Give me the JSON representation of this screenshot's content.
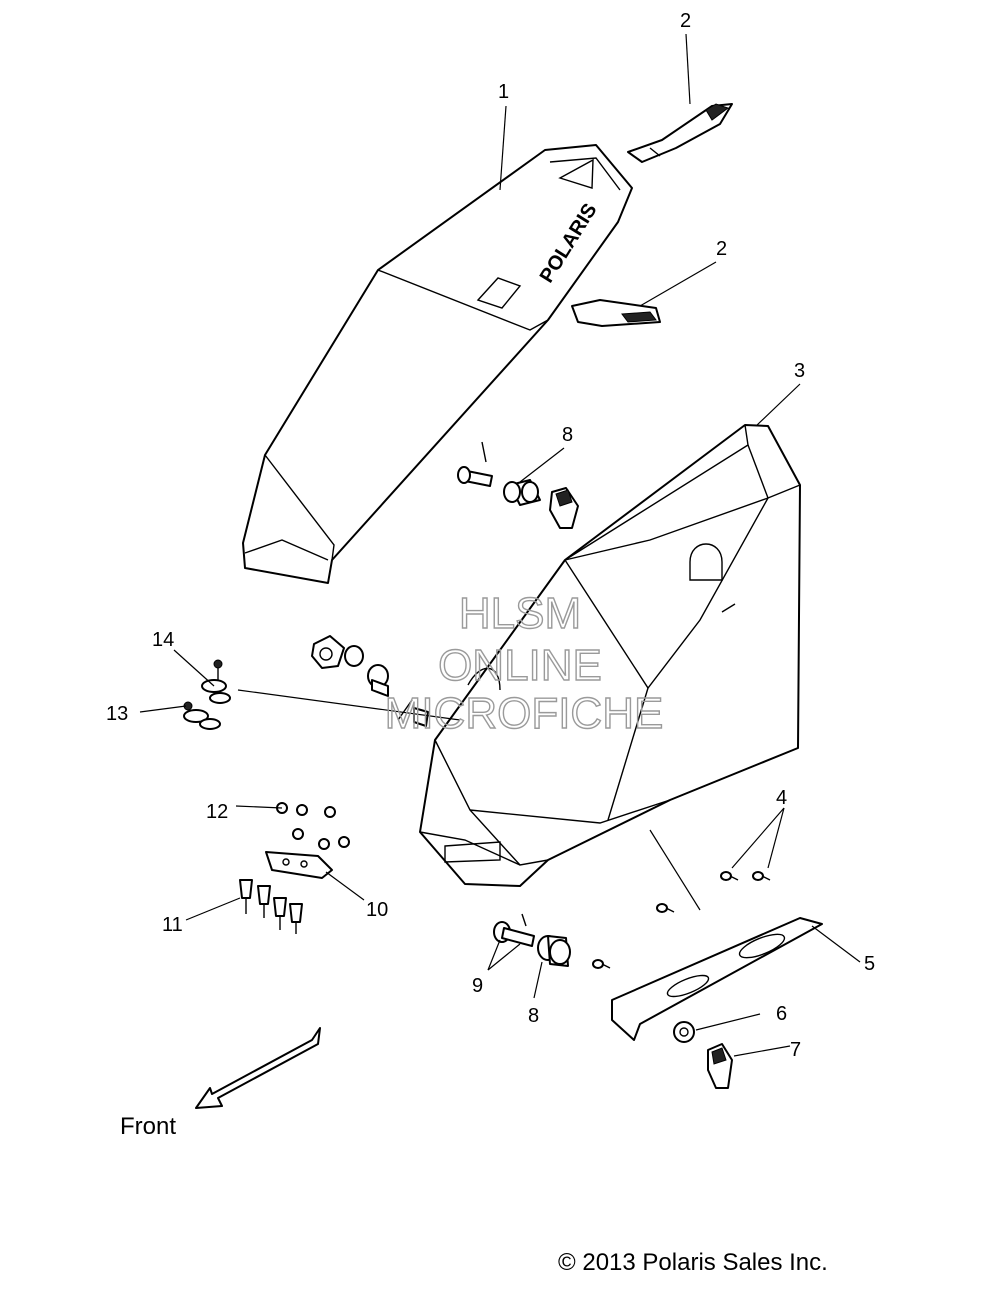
{
  "callouts": {
    "c1": "1",
    "c2a": "2",
    "c2b": "2",
    "c3": "3",
    "c4": "4",
    "c5": "5",
    "c6": "6",
    "c7": "7",
    "c8a": "8",
    "c8b": "8",
    "c9": "9",
    "c10": "10",
    "c11": "11",
    "c12": "12",
    "c13": "13",
    "c14": "14"
  },
  "lid_brand": "POLARIS",
  "watermark": {
    "line1": "HLSM",
    "line2": "ONLINE",
    "line3": "MICROFICHE"
  },
  "direction_label": "Front",
  "copyright": "© 2013 Polaris Sales Inc."
}
